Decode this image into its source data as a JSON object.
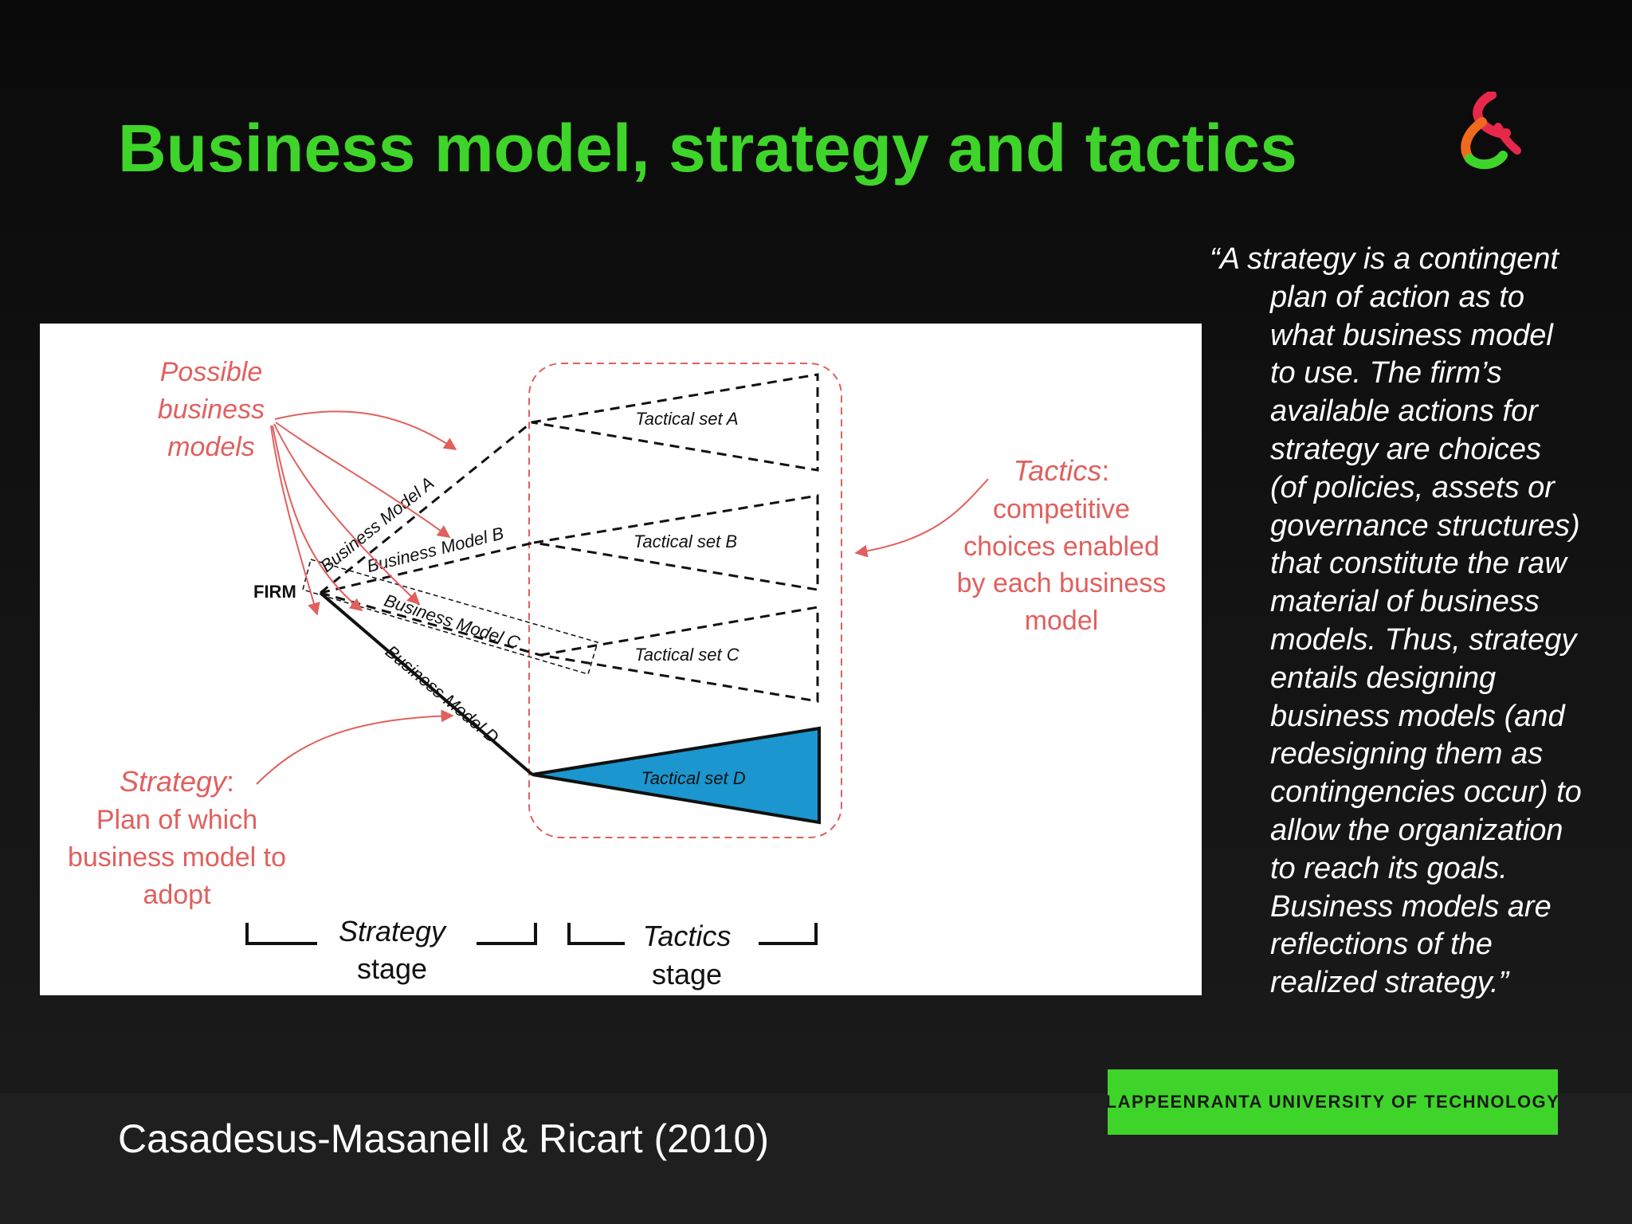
{
  "slide": {
    "title": "Business model, strategy and tactics",
    "citation": "Casadesus-Masanell & Ricart (2010)",
    "university": "LAPPEENRANTA UNIVERSITY OF TECHNOLOGY",
    "logo": "ampersand-logo",
    "colors": {
      "title": "#3fd42a",
      "badge": "#3fd42a",
      "annotation": "#e0605e",
      "tactical_set_d": "#1b96cf"
    }
  },
  "quote": {
    "lines": [
      "“A strategy is a contingent",
      "plan of action as to",
      "what business model",
      "to use. The firm’s",
      "available actions for",
      "strategy are choices",
      "(of policies, assets or",
      "governance structures)",
      "that constitute the raw",
      "material of business",
      "models. Thus, strategy",
      "entails designing",
      "business models (and",
      "redesigning them as",
      "contingencies occur) to",
      "allow the organization",
      "to reach its goals.",
      "Business models are",
      "reflections of the",
      "realized strategy.”"
    ]
  },
  "diagram": {
    "firm": "FIRM",
    "business_models": [
      "Business Model A",
      "Business Model B",
      "Business Model C",
      "Business Model D"
    ],
    "tactical_sets": [
      "Tactical set A",
      "Tactical set B",
      "Tactical set C",
      "Tactical set D"
    ],
    "annotations": {
      "possible": [
        "Possible",
        "business",
        "models"
      ],
      "tactics_title": "Tactics",
      "tactics_colon": ":",
      "tactics_rest": [
        "competitive",
        "choices enabled",
        "by each business",
        "model"
      ],
      "strategy_title": "Strategy",
      "strategy_colon": ":",
      "strategy_rest": [
        "Plan of which",
        "business model to",
        "adopt"
      ]
    },
    "stages": {
      "strategy": [
        "Strategy",
        "stage"
      ],
      "tactics": [
        "Tactics",
        "stage"
      ]
    }
  }
}
